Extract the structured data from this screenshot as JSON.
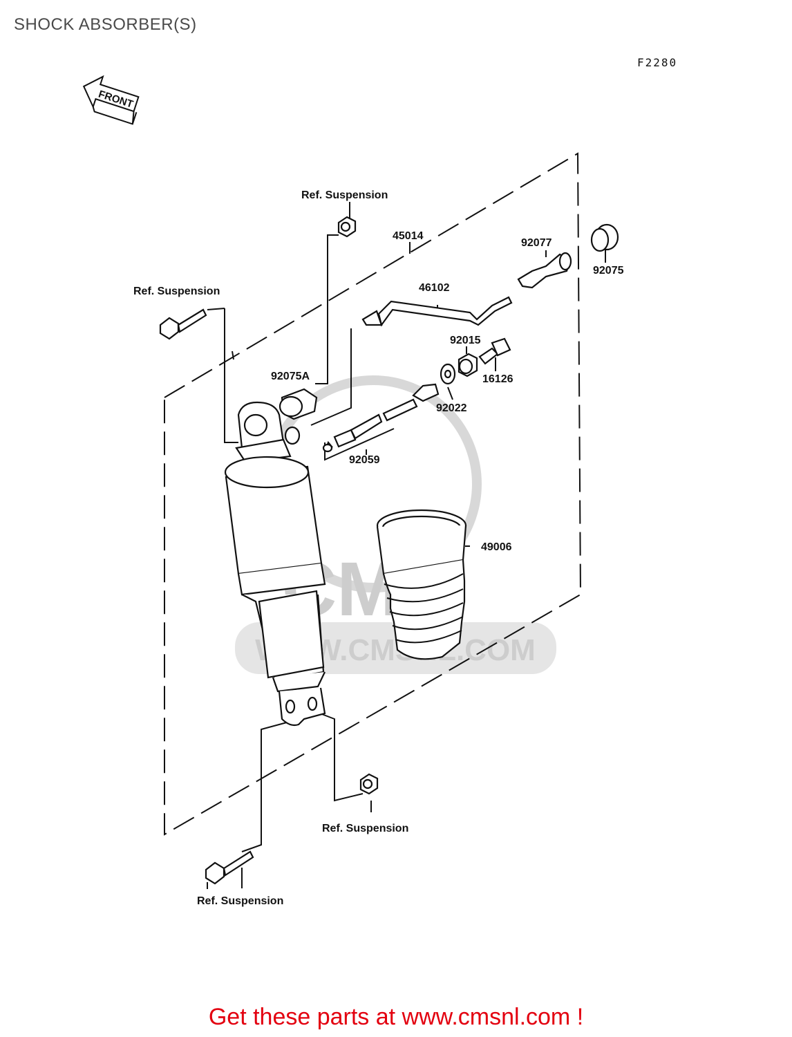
{
  "title": "SHOCK ABSORBER(S)",
  "figure_code": "F2280",
  "direction_arrow": "FRONT",
  "watermark": {
    "brand": "CMS",
    "url": "WWW.CMSNL.COM"
  },
  "callouts": {
    "p45014": "45014",
    "p92077": "92077",
    "p92075": "92075",
    "p46102": "46102",
    "p92015": "92015",
    "p16126": "16126",
    "p92075A": "92075A",
    "p92022": "92022",
    "p92059": "92059",
    "p49006": "49006",
    "ref_top": "Ref. Suspension",
    "ref_left": "Ref. Suspension",
    "ref_bottom_right": "Ref. Suspension",
    "ref_bottom_left": "Ref. Suspension"
  },
  "footer_link": "Get these parts at www.cmsnl.com !",
  "colors": {
    "link": "#e3000f",
    "watermark": "#c8c8c8"
  }
}
